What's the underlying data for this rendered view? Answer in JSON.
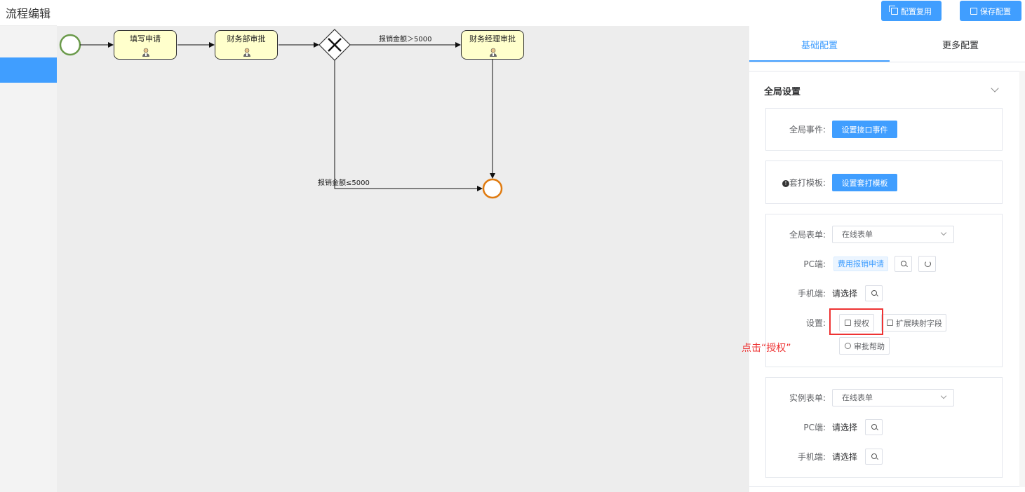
{
  "app": {
    "title": "流程编辑"
  },
  "toolbar": {
    "copy_label": "配置复用",
    "save_label": "保存配置"
  },
  "diagram": {
    "tasks": [
      "填写申请",
      "财务部审批",
      "财务经理审批"
    ],
    "flow_labels": {
      "above": "报销金额＞5000",
      "below": "报销金额≤5000"
    }
  },
  "panel": {
    "tabs": [
      "基础配置",
      "更多配置"
    ],
    "section_title": "全局设置",
    "global_event": {
      "label": "全局事件:",
      "button": "设置接口事件"
    },
    "print_template": {
      "label": "套打模板:",
      "button": "设置套打模板"
    },
    "global_form": {
      "label": "全局表单:",
      "select_value": "在线表单",
      "pc_label": "PC端:",
      "pc_tag": "费用报销申请",
      "mobile_label": "手机端:",
      "mobile_value": "请选择",
      "settings_label": "设置:",
      "auth_button": "授权",
      "extend_button": "扩展映射字段",
      "help_button": "审批帮助"
    },
    "instance_form": {
      "label": "实例表单:",
      "select_value": "在线表单",
      "pc_label": "PC端:",
      "pc_value": "请选择",
      "mobile_label": "手机端:",
      "mobile_value": "请选择"
    }
  },
  "annotation": {
    "text": "点击“授权”",
    "color": "#e33333"
  },
  "colors": {
    "accent": "#409eff",
    "start_event": "#6a9a4a",
    "end_event": "#e07b10",
    "task_fill": "#ffffcc"
  }
}
